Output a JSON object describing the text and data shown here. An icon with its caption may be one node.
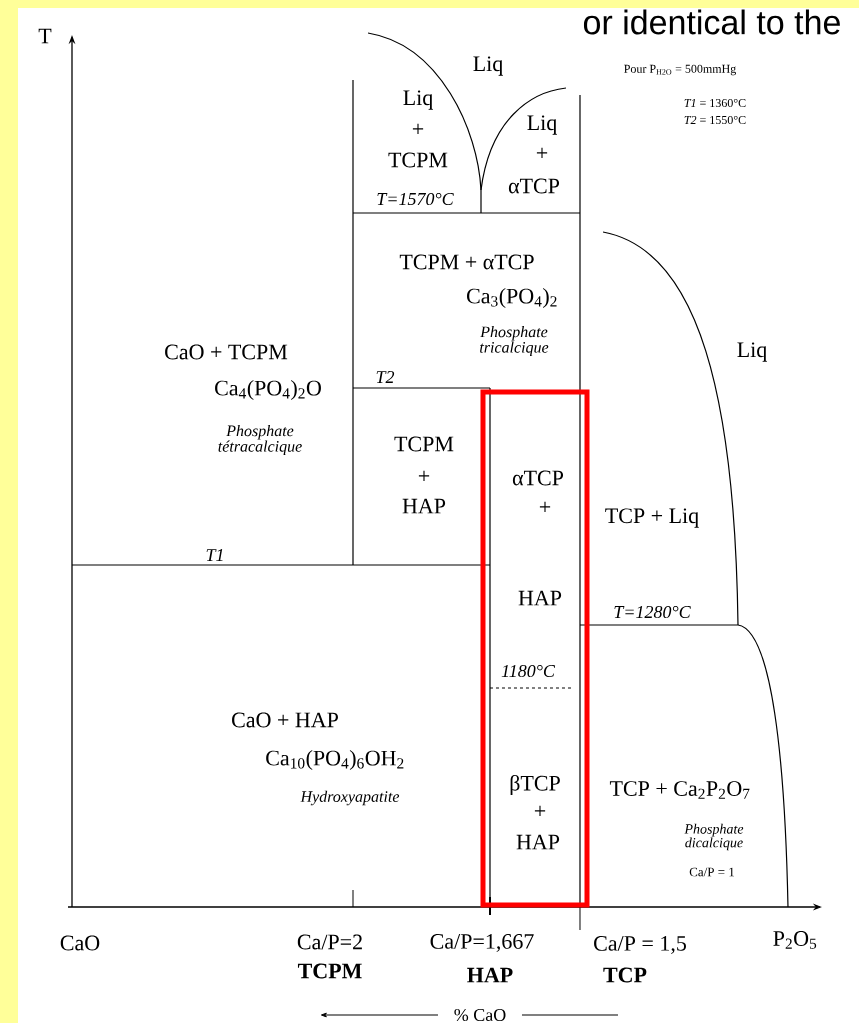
{
  "diagram": {
    "labels": [
      "or identical to the",
      "T",
      "Liq",
      "Pour P$_{H2O}$ = 500mmHg",
      "*T1* = 1360°C",
      "*T2* = 1550°C",
      "Liq",
      "+",
      "TCPM",
      "T=1570°C",
      "Liq",
      "+",
      "αTCP",
      "TCPM + αTCP",
      "Ca$_{3}$(PO$_{4}$)$_{2}$",
      "Phosphate tricalcique",
      "CaO + TCPM",
      "Ca$_{4}$(PO$_{4}$)$_{2}$O",
      "T2",
      "Liq",
      "Phosphate tétracalcique",
      "TCPM",
      "+",
      "HAP",
      "αTCP",
      "+",
      "TCP + Liq",
      "T1",
      "HAP",
      "T=1280°C",
      "1180°C",
      "CaO + HAP",
      "Ca$_{10}$(PO$_{4}$)$_{6}$OH$_{2}$",
      "Hydroxyapatite",
      "βTCP",
      "+",
      "TCP + Ca$_{2}$P$_{2}$O$_{7}$",
      "HAP",
      "Phosphate dicalcique",
      "Ca/P = 1",
      "CaO",
      "Ca/P=2",
      "Ca/P=1,667",
      "Ca/P = 1,5",
      "P$_{2}$O$_{5}$",
      "TCPM",
      "HAP",
      "TCP",
      "% CaO"
    ]
  }
}
